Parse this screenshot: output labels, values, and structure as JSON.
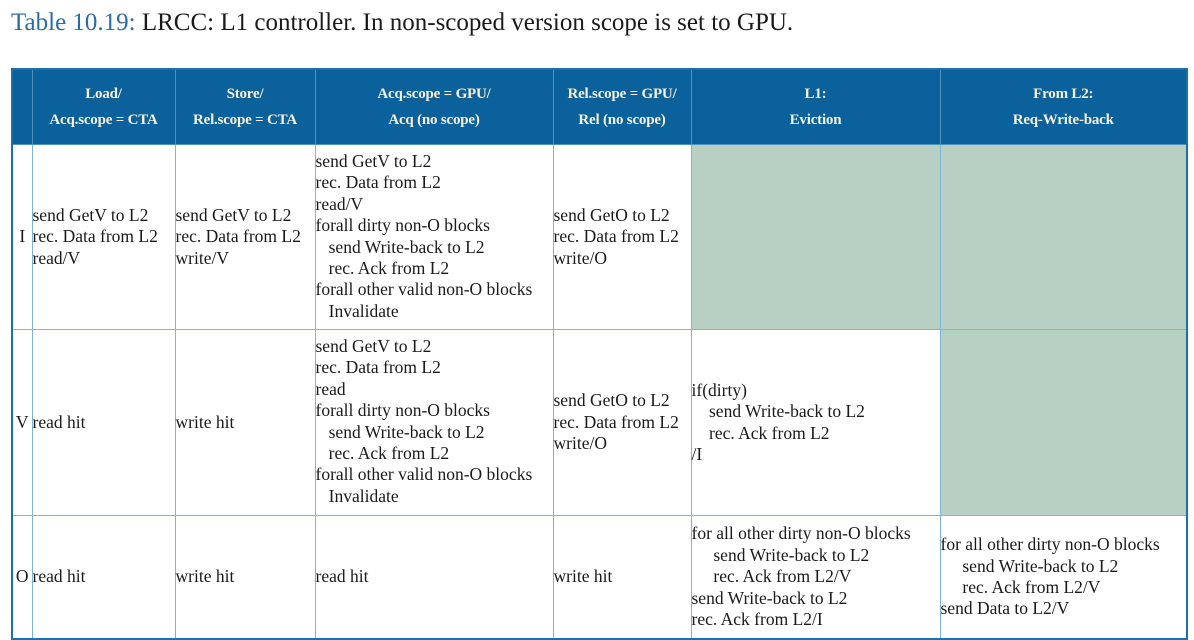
{
  "caption": {
    "label": "Table 10.19:",
    "text": "LRCC: L1 controller. In non-scoped version scope is set to GPU.",
    "label_color": "#2b6ca3"
  },
  "table": {
    "header_bg": "#0a619b",
    "header_fg": "#f7f0dc",
    "border_color": "#1f6fa8",
    "grid_color": "#7fb4d4",
    "shaded_cell_color": "#b8d0c3",
    "columns": [
      {
        "id": "state",
        "line1": "",
        "line2": ""
      },
      {
        "id": "load",
        "line1": "Load/",
        "line2": "Acq.scope = CTA"
      },
      {
        "id": "store",
        "line1": "Store/",
        "line2": "Rel.scope = CTA"
      },
      {
        "id": "acq",
        "line1": "Acq.scope = GPU/",
        "line2": "Acq (no scope)"
      },
      {
        "id": "rel",
        "line1": "Rel.scope = GPU/",
        "line2": "Rel (no scope)"
      },
      {
        "id": "eviction",
        "line1": "L1:",
        "line2": "Eviction"
      },
      {
        "id": "from_l2",
        "line1": "From L2:",
        "line2": "Req-Write-back"
      }
    ],
    "rows": [
      {
        "state": "I",
        "load": "send GetV to L2\nrec. Data from L2\nread/V",
        "store": "send GetV to L2\nrec. Data from L2\nwrite/V",
        "acq": "send GetV to L2\nrec. Data from L2\nread/V\nforall dirty non-O blocks\n   send Write-back to L2\n   rec. Ack from L2\nforall other valid non-O blocks\n   Invalidate",
        "rel": "send GetO to L2\nrec. Data from L2\nwrite/O",
        "eviction": "",
        "from_l2": ""
      },
      {
        "state": "V",
        "load": "read hit",
        "store": "write hit",
        "acq": "send GetV to L2\nrec. Data from L2\nread\nforall dirty non-O blocks\n   send Write-back to L2\n   rec. Ack from L2\nforall other valid non-O blocks\n   Invalidate",
        "rel": "send GetO to L2\nrec. Data from L2\nwrite/O",
        "eviction": "if(dirty)\n    send Write-back to L2\n    rec. Ack from L2\n/I",
        "from_l2": ""
      },
      {
        "state": "O",
        "load": "read hit",
        "store": "write hit",
        "acq": "read hit",
        "rel": "write hit",
        "eviction": "for all other dirty non-O blocks\n     send Write-back to L2\n     rec. Ack from L2/V\nsend Write-back to L2\nrec. Ack from L2/I",
        "from_l2": "for all other dirty non-O blocks\n     send Write-back to L2\n     rec. Ack from L2/V\nsend Data to L2/V"
      }
    ]
  }
}
